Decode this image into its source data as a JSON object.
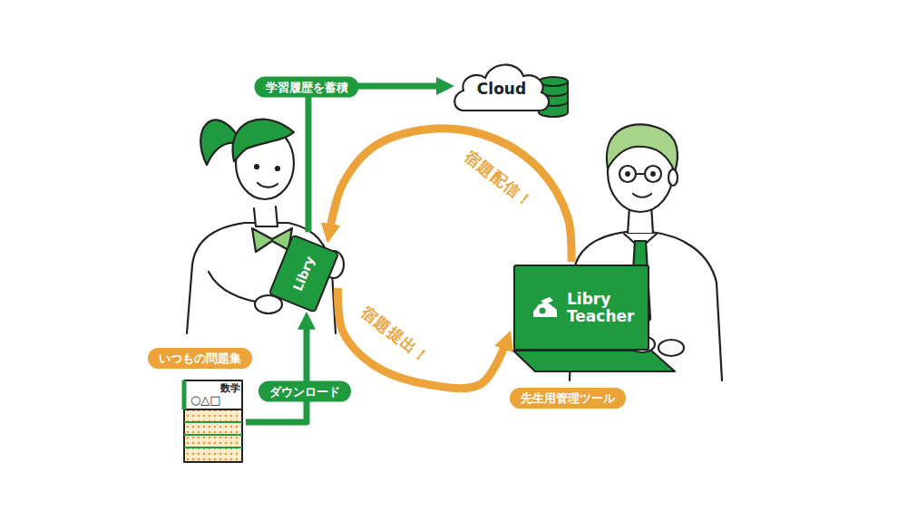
{
  "diagram": {
    "nodes": [
      {
        "text": [
          "Cloud"
        ]
      },
      {
        "text": [
          "Libry"
        ]
      },
      {
        "text": [
          "Libry Teacher",
          "先生用管理ツール"
        ]
      },
      {
        "text": [
          "いつもの問題集",
          "数学",
          "○△□"
        ]
      }
    ],
    "edges": [
      {
        "from": 1,
        "to": 0,
        "arrow": "to",
        "label": "学習履歴を蓄積"
      },
      {
        "from": 2,
        "to": 1,
        "arrow": "to",
        "label": "宿題配信！"
      },
      {
        "from": 1,
        "to": 2,
        "arrow": "to",
        "label": "宿題提出！"
      },
      {
        "from": 3,
        "to": 1,
        "arrow": "to",
        "label": "ダウンロード"
      }
    ]
  }
}
